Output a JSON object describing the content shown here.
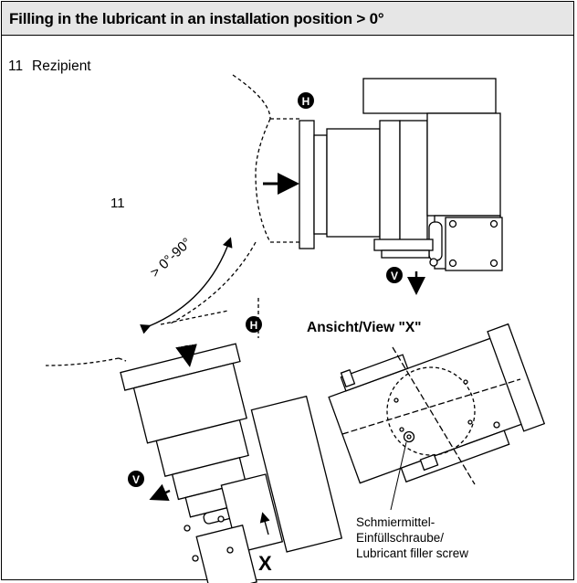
{
  "header": {
    "title": "Filling in the lubricant in an installation position > 0°"
  },
  "legend": {
    "number": "11",
    "text": "Rezipient"
  },
  "labels": {
    "recipient_number": "11",
    "angle": "> 0°-90°",
    "view_title": "Ansicht/View \"X\"",
    "marker_h": "H",
    "marker_v": "V",
    "marker_x": "X"
  },
  "note": {
    "line1": "Schmiermittel-",
    "line2": "Einfüllschraube/",
    "line3": "Lubricant filler screw"
  }
}
